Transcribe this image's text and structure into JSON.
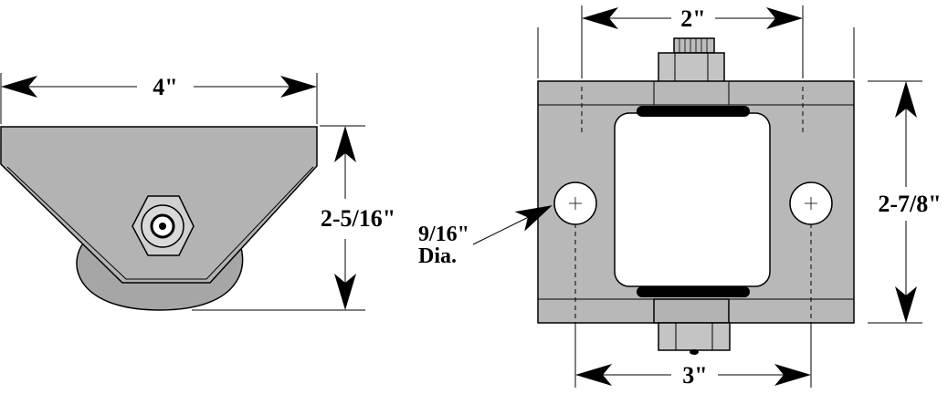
{
  "colors": {
    "body": "#b3b3b3",
    "plate": "#b8b8b8",
    "wheel": "#a6a6a6",
    "outline": "#000000",
    "background": "#ffffff",
    "bumper": "#000000"
  },
  "side_view": {
    "width_label": "4\"",
    "height_label": "2-5/16\""
  },
  "front_view": {
    "top_width_label": "2\"",
    "bottom_width_label": "3\"",
    "height_label": "2-7/8\"",
    "hole_label_line1": "9/16\"",
    "hole_label_line2": "Dia."
  }
}
